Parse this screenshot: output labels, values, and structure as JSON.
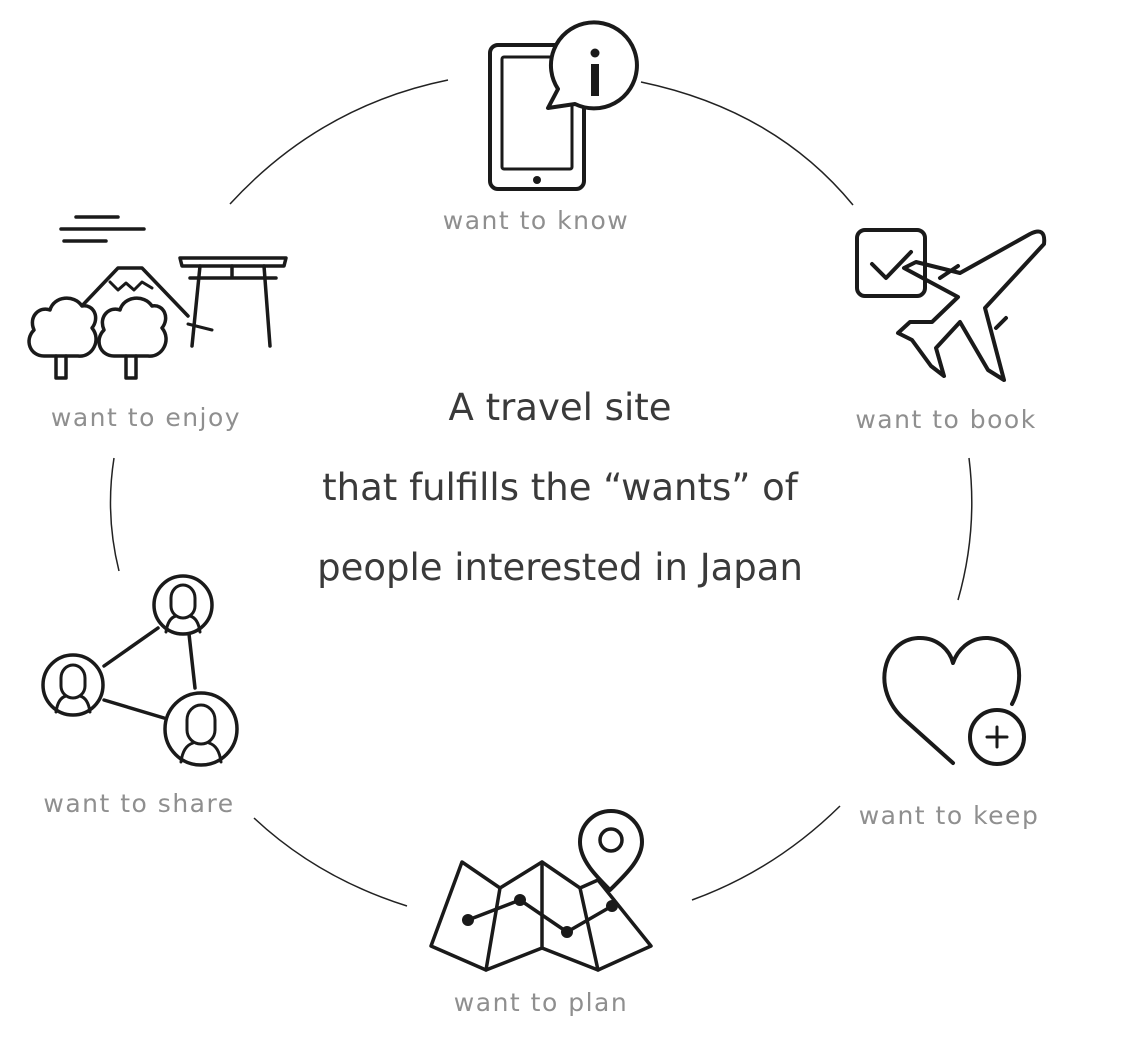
{
  "center_text": {
    "line1": "A travel site",
    "line2": "that fulfills the “wants” of",
    "line3": "people interested in Japan"
  },
  "steps": {
    "know": {
      "label": "want to know",
      "icon": "smartphone-info-icon"
    },
    "book": {
      "label": "want to book",
      "icon": "airplane-checkbox-icon"
    },
    "keep": {
      "label": "want to keep",
      "icon": "heart-plus-icon"
    },
    "plan": {
      "label": "want to plan",
      "icon": "map-pin-icon"
    },
    "share": {
      "label": "want to share",
      "icon": "people-network-icon"
    },
    "enjoy": {
      "label": "want to enjoy",
      "icon": "mount-fuji-torii-icon"
    }
  },
  "colors": {
    "label_text": "#8f8f8f",
    "center_text": "#3a3a3a",
    "icon_stroke": "#1a1a1a",
    "ring_line": "#222222",
    "background": "#ffffff"
  }
}
